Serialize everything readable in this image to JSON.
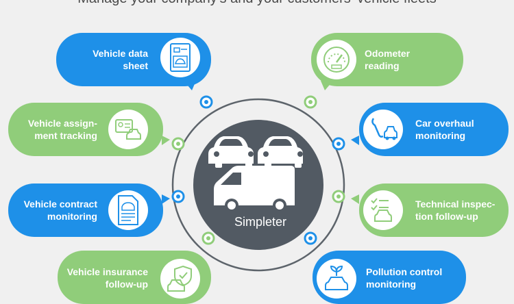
{
  "title": "Manage your company's and your customers' vehicle fleets",
  "center": {
    "label": "Simpleter"
  },
  "colors": {
    "blue": "#1e90e8",
    "green": "#90cd7a",
    "hub": "#525a63"
  },
  "items": {
    "vehicle_data_sheet": {
      "label": "Vehicle data\nsheet",
      "icon": "document-car-icon"
    },
    "odometer_reading": {
      "label": "Odometer\nreading",
      "icon": "gauge-icon"
    },
    "vehicle_assignment": {
      "label": "Vehicle assign-\nment tracking",
      "icon": "driver-card-car-icon"
    },
    "car_overhaul": {
      "label": "Car overhaul\nmonitoring",
      "icon": "wrench-car-icon"
    },
    "vehicle_contract": {
      "label": "Vehicle contract\nmonitoring",
      "icon": "contract-car-icon"
    },
    "technical_inspection": {
      "label": "Technical inspec-\ntion follow-up",
      "icon": "checklist-car-icon"
    },
    "vehicle_insurance": {
      "label": "Vehicle insurance\nfollow-up",
      "icon": "shield-car-icon"
    },
    "pollution_control": {
      "label": "Pollution control\nmonitoring",
      "icon": "leaf-car-icon"
    }
  }
}
